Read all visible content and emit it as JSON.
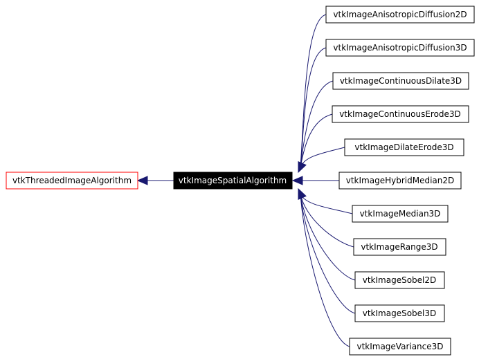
{
  "diagram": {
    "base_class": "vtkThreadedImageAlgorithm",
    "focus_class": "vtkImageSpatialAlgorithm",
    "subclasses": [
      "vtkImageAnisotropicDiffusion2D",
      "vtkImageAnisotropicDiffusion3D",
      "vtkImageContinuousDilate3D",
      "vtkImageContinuousErode3D",
      "vtkImageDilateErode3D",
      "vtkImageHybridMedian2D",
      "vtkImageMedian3D",
      "vtkImageRange3D",
      "vtkImageSobel2D",
      "vtkImageSobel3D",
      "vtkImageVariance3D"
    ]
  },
  "colors": {
    "edge": "#191970",
    "base_border": "#ff0000",
    "focus_fill": "#000000",
    "focus_text": "#ffffff"
  }
}
